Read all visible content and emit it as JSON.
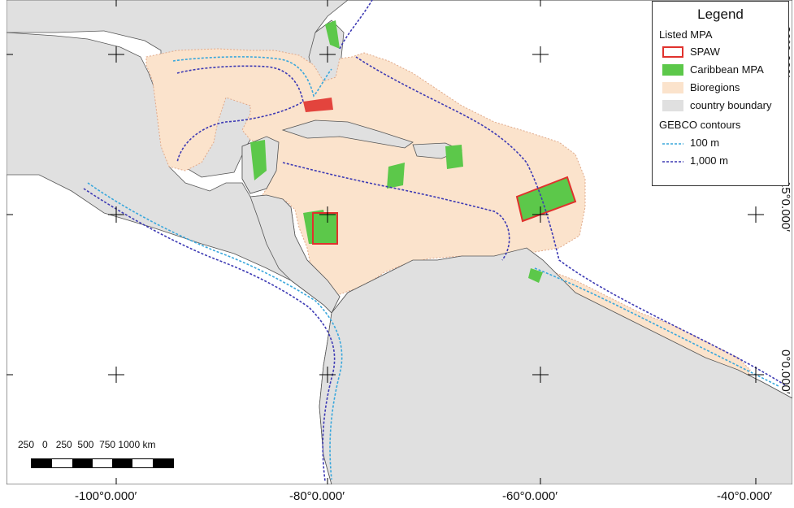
{
  "map": {
    "colors": {
      "ocean": "#ffffff",
      "land": "#e0e0e0",
      "land_border": "#555555",
      "bioregion": "#fbe3cc",
      "bioregion_border": "#e0a98a",
      "caribbean_mpa": "#5cc84a",
      "spaw": "#e0322d",
      "contour_100m": "#39a7dc",
      "contour_1000m": "#3d3ab4"
    },
    "graticule": {
      "x_labels": [
        "-100°0.000′",
        "-80°0.000′",
        "-60°0.000′",
        "-40°0.000′"
      ],
      "y_labels": [
        "30°0.000′",
        "15°0.000′",
        "0°0.000′"
      ]
    }
  },
  "legend": {
    "title": "Legend",
    "group_mpa": "Listed MPA",
    "spaw": "SPAW",
    "caribbean_mpa": "Caribbean MPA",
    "bioregions": "Bioregions",
    "country_boundary": "country boundary",
    "group_gebco": "GEBCO contours",
    "contour_100": "100 m",
    "contour_1000": "1,000 m"
  },
  "scalebar": {
    "labels": "250   0   250  500  750 1000 km"
  }
}
